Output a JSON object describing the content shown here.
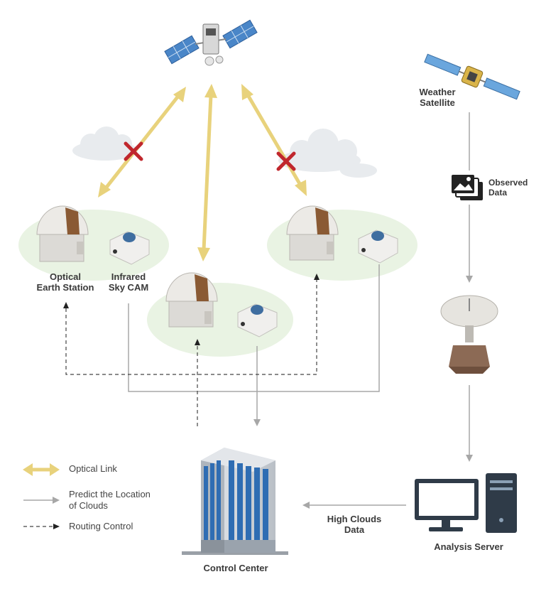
{
  "labels": {
    "weather_satellite": [
      "Weather",
      "Satellite"
    ],
    "observed_data": [
      "Observed",
      "Data"
    ],
    "optical_earth_station": [
      "Optical",
      "Earth Station"
    ],
    "infrared_sky_cam": [
      "Infrared",
      "Sky CAM"
    ],
    "high_clouds_data": [
      "High Clouds",
      "Data"
    ],
    "analysis_server": "Analysis Server",
    "control_center": "Control Center"
  },
  "legend": {
    "optical_link": "Optical Link",
    "predict_clouds": [
      "Predict the Location",
      "of Clouds"
    ],
    "routing_control": "Routing Control"
  },
  "colors": {
    "optical_link": "#e8d27c",
    "blocked_x": "#c0272d",
    "gray_arrow": "#a7a7a7",
    "routing": "#444444",
    "station_ground": "#e9f3e3"
  }
}
